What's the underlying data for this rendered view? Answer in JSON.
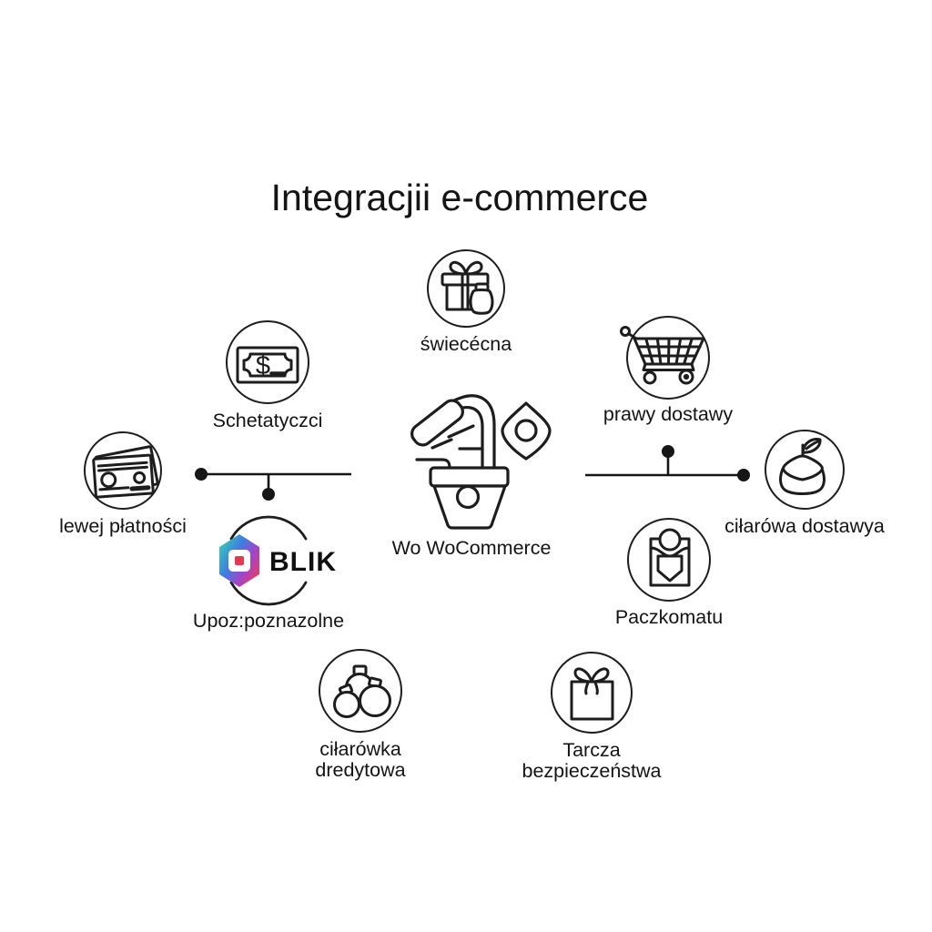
{
  "title": "Integracjii e-commerce",
  "colors": {
    "ink": "#1d1d1d",
    "background": "#ffffff",
    "blik_gradient_start": "#35cfb2",
    "blik_gradient_mid1": "#3f7ce2",
    "blik_gradient_mid2": "#a444c6",
    "blik_gradient_end": "#ee3b5e",
    "blik_mark": "#e23b54"
  },
  "center_node": {
    "label": "Wo WoCommerce",
    "icon": "woocommerce-basket-icon"
  },
  "nodes": {
    "gift_top": {
      "label": "świecécna",
      "icon": "gift-and-bauble-icon"
    },
    "banknote": {
      "label": "Schetatyczci",
      "icon": "dollar-banknote-icon",
      "currency_symbol": "$"
    },
    "cards": {
      "label": "lewej płatności",
      "icon": "payment-cards-icon"
    },
    "blik": {
      "label": "Upoz:poznazolne",
      "logo_text": "BLIK",
      "icon": "blik-hexagon-logo"
    },
    "cart": {
      "label": "prawy dostawy",
      "icon": "shopping-cart-icon"
    },
    "package": {
      "label": "ciłarówa dostawya",
      "icon": "package-with-leaf-icon"
    },
    "locker": {
      "label": "Paczkomatu",
      "icon": "parcel-locker-icon"
    },
    "ornaments": {
      "label": "ciłarówka dredytowa",
      "icon": "baubles-icon"
    },
    "gift_bottom": {
      "label": "Tarcza bezpieczeństwa",
      "icon": "gift-box-icon"
    }
  }
}
